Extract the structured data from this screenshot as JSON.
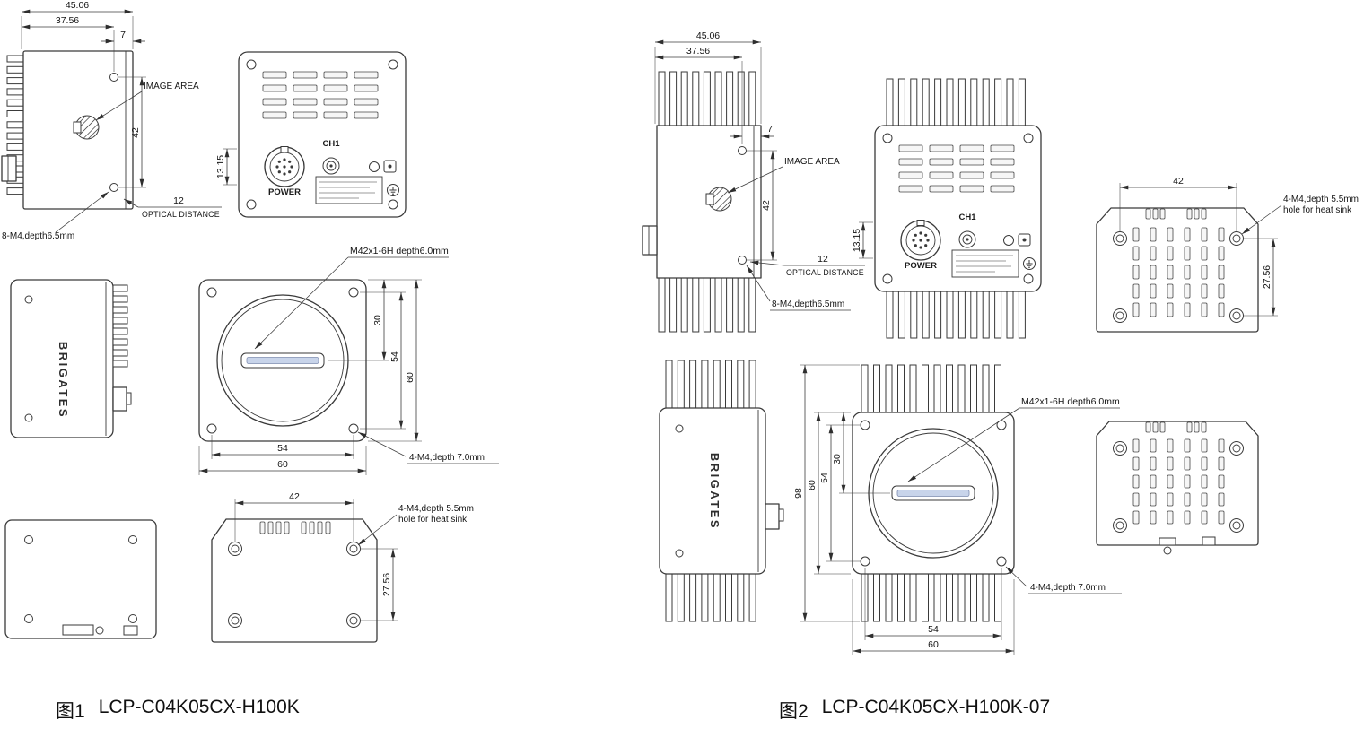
{
  "fig1": {
    "caption": {
      "prefix": "图1",
      "model": "LCP-C04K05CX-H100K"
    },
    "side": {
      "dim_total": "45.06",
      "dim_body": "37.56",
      "dim_front": "7",
      "dim_holes": "42",
      "image_area": "IMAGE AREA",
      "optical_value": "12",
      "optical_label": "OPTICAL DISTANCE",
      "holes_label": "8-M4,depth6.5mm"
    },
    "back": {
      "ch1": "CH1",
      "power": "POWER",
      "dim_connector": "13.15"
    },
    "side2": {
      "brand": "BRIGATES"
    },
    "front": {
      "mount_label": "M42x1-6H depth6.0mm",
      "dim_center": "30",
      "dim_holes_v": "54",
      "dim_height": "60",
      "dim_holes_h": "54",
      "dim_width": "60",
      "holes_label": "4-M4,depth 7.0mm"
    },
    "heatsink": {
      "dim_holes_h": "42",
      "dim_holes_v": "27.56",
      "holes_label_1": "4-M4,depth 5.5mm",
      "holes_label_2": "hole for heat sink"
    }
  },
  "fig2": {
    "caption": {
      "prefix": "图2",
      "model": "LCP-C04K05CX-H100K-07"
    },
    "side": {
      "dim_total": "45.06",
      "dim_body": "37.56",
      "dim_front": "7",
      "dim_holes": "42",
      "image_area": "IMAGE AREA",
      "optical_value": "12",
      "optical_label": "OPTICAL DISTANCE",
      "holes_label": "8-M4,depth6.5mm"
    },
    "back": {
      "ch1": "CH1",
      "power": "POWER",
      "dim_connector": "13.15"
    },
    "side2": {
      "brand": "BRIGATES"
    },
    "front": {
      "mount_label": "M42x1-6H depth6.0mm",
      "dim_overall": "98",
      "dim_center": "30",
      "dim_holes_v": "54",
      "dim_height": "60",
      "dim_holes_h": "54",
      "dim_width": "60",
      "holes_label": "4-M4,depth 7.0mm"
    },
    "heatsink": {
      "dim_holes_h": "42",
      "dim_holes_v": "27.56",
      "holes_label_1": "4-M4,depth 5.5mm",
      "holes_label_2": "hole for heat sink"
    }
  }
}
